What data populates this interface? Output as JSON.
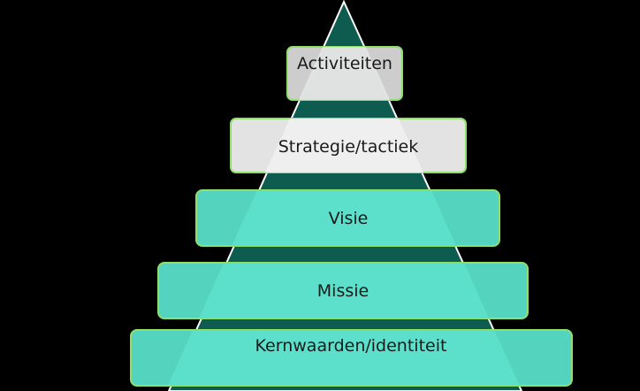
{
  "diagram": {
    "type": "pyramid",
    "colors": {
      "background": "#000000",
      "pyramid_dark": "#0e5c4f",
      "pyramid_light": "#5de0cb",
      "pyramid_outline": "#ffffff",
      "box_grey": "#e3e3e3",
      "box_teal": "#54d4be",
      "box_border": "#8ee06a",
      "text": "#1a1a1a"
    },
    "tiers": [
      {
        "label": "Activiteiten",
        "style": "grey"
      },
      {
        "label": "Strategie/tactiek",
        "style": "grey"
      },
      {
        "label": "Visie",
        "style": "teal"
      },
      {
        "label": "Missie",
        "style": "teal"
      },
      {
        "label": "Kernwaarden/identiteit",
        "style": "teal"
      }
    ]
  }
}
